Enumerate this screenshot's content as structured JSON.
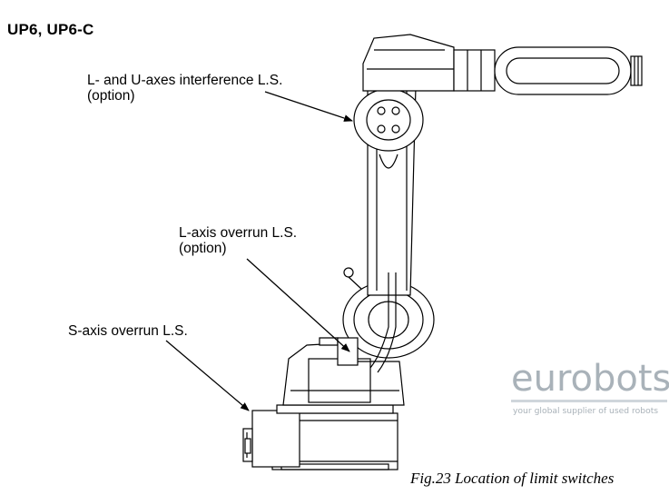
{
  "heading": "UP6, UP6-C",
  "callouts": {
    "lu_interference": {
      "line1": "L- and U-axes interference L.S.",
      "line2": "(option)"
    },
    "l_overrun": {
      "line1": "L-axis overrun L.S.",
      "line2": "(option)"
    },
    "s_overrun": {
      "line1": "S-axis overrun L.S."
    }
  },
  "watermark": {
    "brand": "eurobots",
    "tagline": "your global supplier of used robots",
    "color": "#a9b2b9"
  },
  "caption": "Fig.23  Location of limit switches"
}
